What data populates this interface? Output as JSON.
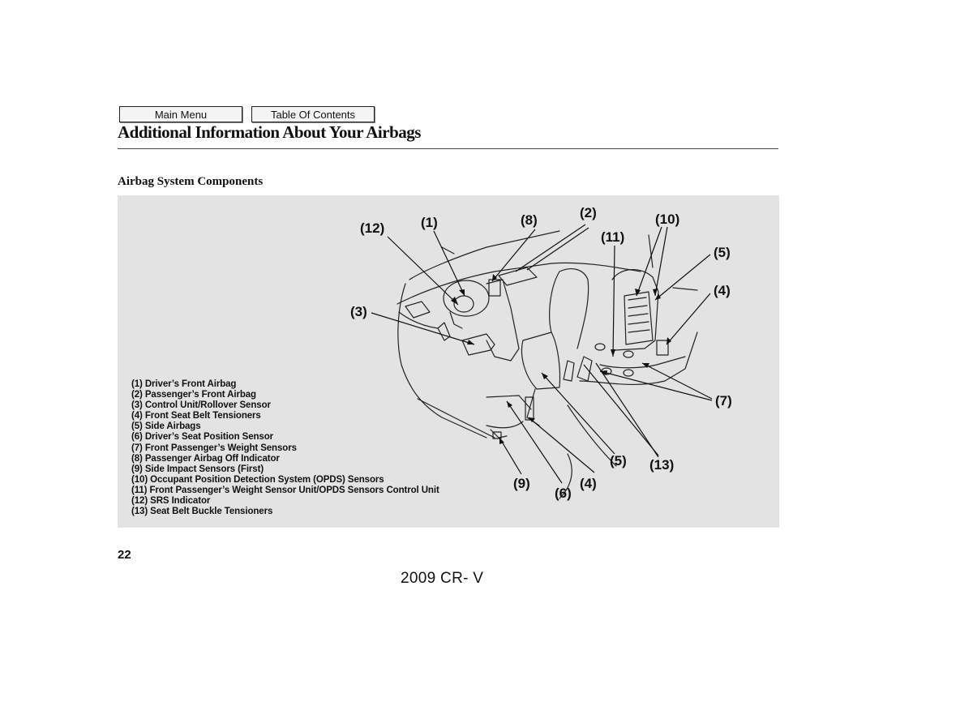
{
  "nav": {
    "main_menu": "Main Menu",
    "table_of_contents": "Table Of Contents"
  },
  "page": {
    "title": "Additional Information About Your Airbags",
    "section_heading": "Airbag System Components",
    "page_number": "22",
    "footer": "2009  CR- V"
  },
  "legend": [
    "(1) Driver’s Front Airbag",
    "(2) Passenger’s Front Airbag",
    "(3) Control Unit/Rollover Sensor",
    "(4) Front Seat Belt Tensioners",
    "(5) Side Airbags",
    "(6) Driver’s Seat Position Sensor",
    "(7) Front Passenger’s Weight Sensors",
    "(8) Passenger Airbag Off Indicator",
    "(9) Side Impact Sensors (First)",
    "(10) Occupant Position Detection System (OPDS) Sensors",
    "(11) Front Passenger’s Weight Sensor Unit/OPDS Sensors Control Unit",
    "(12) SRS Indicator",
    "(13) Seat Belt Buckle Tensioners"
  ],
  "callouts": {
    "c12": "(12)",
    "c1": "(1)",
    "c8": "(8)",
    "c2": "(2)",
    "c10": "(10)",
    "c11": "(11)",
    "c5a": "(5)",
    "c4a": "(4)",
    "c3": "(3)",
    "c7": "(7)",
    "c5b": "(5)",
    "c13": "(13)",
    "c9": "(9)",
    "c4b": "(4)",
    "c6": "(6)"
  },
  "colors": {
    "panel": "#e3e3e3",
    "ink": "#111111"
  }
}
